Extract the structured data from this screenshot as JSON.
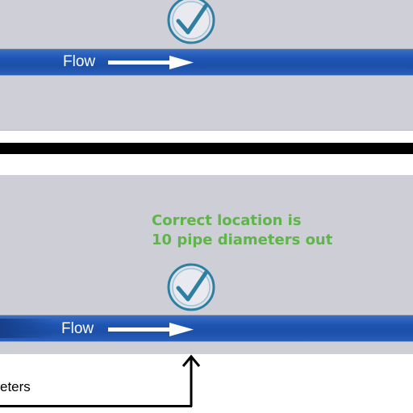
{
  "top_panel": {
    "flow_label": "Flow"
  },
  "bottom_panel": {
    "flow_label": "Flow",
    "callout_line1": "Correct location is",
    "callout_line2": "10 pipe diameters out",
    "measure_label": "eters"
  },
  "icons": {
    "check": "checkmark-circle-icon",
    "flow_arrow": "right-arrow-icon",
    "location_arrow": "up-arrow-icon"
  },
  "colors": {
    "panel": "#cfd0d7",
    "pipe": "#1f56b4",
    "callout": "#5fb54a",
    "divider": "#000000",
    "check": "#2f7fa3"
  }
}
